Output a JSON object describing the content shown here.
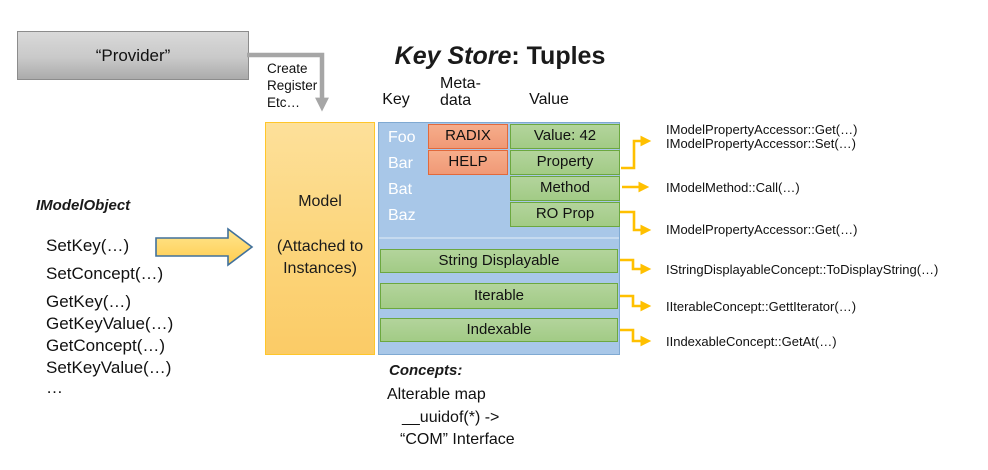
{
  "slide": {
    "title_italic": "Key Store",
    "title_rest": ": Tuples"
  },
  "provider": {
    "label": "“Provider”"
  },
  "connector": {
    "line1": "Create",
    "line2": "Register",
    "line3": "Etc…"
  },
  "columns": {
    "key": "Key",
    "meta_line1": "Meta-",
    "meta_line2": "data",
    "value": "Value"
  },
  "model": {
    "name": "Model",
    "note": "(Attached to Instances)"
  },
  "store": {
    "keys": [
      "Foo",
      "Bar",
      "Bat",
      "Baz"
    ],
    "metadata": [
      "RADIX",
      "HELP"
    ],
    "values": [
      "Value: 42",
      "Property",
      "Method",
      "RO Prop"
    ],
    "concept_bars": [
      "String Displayable",
      "Iterable",
      "Indexable"
    ]
  },
  "imodel": {
    "heading": "IModelObject",
    "methods": [
      "SetKey(…)",
      "SetConcept(…)",
      "GetKey(…)",
      "GetKeyValue(…)",
      "GetConcept(…)",
      "SetKeyValue(…)",
      "…"
    ]
  },
  "interfaces": {
    "property_get": "IModelPropertyAccessor::Get(…)",
    "property_set": "IModelPropertyAccessor::Set(…)",
    "method_call": "IModelMethod::Call(…)",
    "roprop_get": "IModelPropertyAccessor::Get(…)",
    "string_displayable": "IStringDisplayableConcept::ToDisplayString(…)",
    "iterable": "IIterableConcept::GettIterator(…)",
    "indexable": "IIndexableConcept::GetAt(…)"
  },
  "concepts_note": {
    "heading": "Concepts:",
    "line1": "Alterable map",
    "line2": "__uuidof(*) ->",
    "line3": "“COM” Interface"
  },
  "colors": {
    "gold_arrow": "#FFC000",
    "gray_arrow": "#A6A6A6",
    "model_fill": "#FCD67D",
    "table_blue": "#A8C7E8",
    "metadata_salmon": "#F3A484",
    "value_green": "#A9D08F",
    "big_arrow_outline": "#41719C"
  }
}
